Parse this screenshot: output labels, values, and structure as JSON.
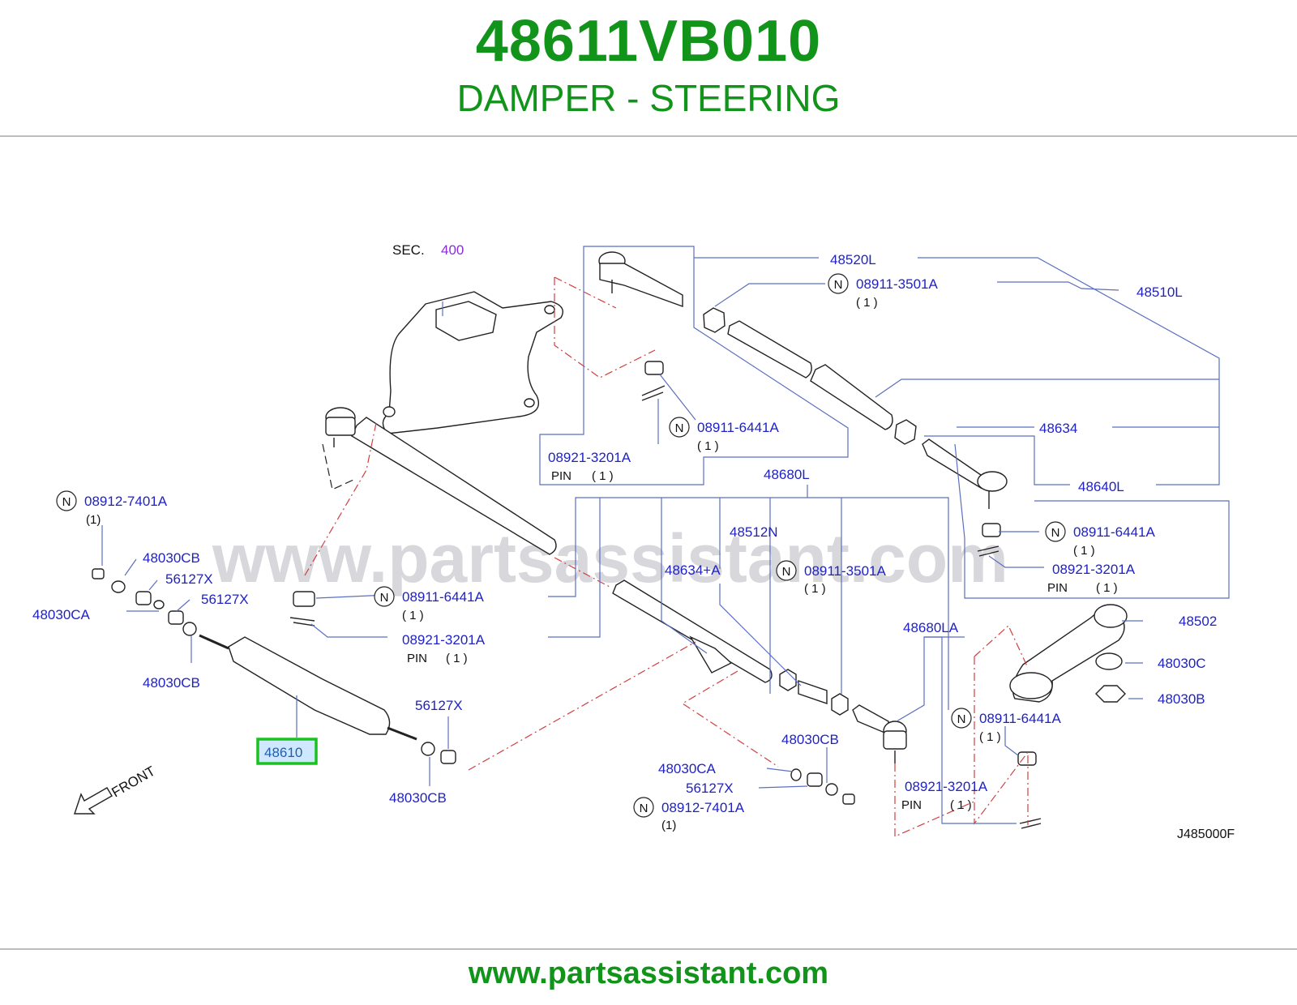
{
  "header": {
    "part_number": "48611VB010",
    "part_name": "DAMPER - STEERING"
  },
  "footer": {
    "url": "www.partsassistant.com"
  },
  "diagram": {
    "watermark": "www.partsassistant.com",
    "section_prefix": "SEC.",
    "section_number": "400",
    "front_label": "FRONT",
    "drawing_code": "J485000F",
    "n_marker": "N",
    "pin_word": "PIN",
    "qty_one": "( 1 )",
    "qty_one_compact": "(1)",
    "highlighted_part": "48610",
    "labels": {
      "p48520L": "48520L",
      "p48510L": "48510L",
      "p08911_3501A_top": "08911-3501A",
      "p08911_6441A_upper": "08911-6441A",
      "p08921_3201A_upper": "08921-3201A",
      "p48634": "48634",
      "p48640L": "48640L",
      "p48680L": "48680L",
      "p48512N": "48512N",
      "p08911_6441A_right": "08911-6441A",
      "p08921_3201A_right": "08921-3201A",
      "p48634A": "48634+A",
      "p08911_3501A_mid": "08911-3501A",
      "p08912_7401A_left": "08912-7401A",
      "p48030CB_1": "48030CB",
      "p56127X_1": "56127X",
      "p56127X_2": "56127X",
      "p48030CA_left": "48030CA",
      "p08911_6441A_left": "08911-6441A",
      "p08921_3201A_left": "08921-3201A",
      "p48030CB_2": "48030CB",
      "p56127X_3": "56127X",
      "p48030CB_3": "48030CB",
      "p48680LA": "48680LA",
      "p48502": "48502",
      "p48030C": "48030C",
      "p48030B": "48030B",
      "p08911_6441A_lower": "08911-6441A",
      "p48030CB_4": "48030CB",
      "p48030CA_mid": "48030CA",
      "p56127X_4": "56127X",
      "p08912_7401A_mid": "08912-7401A",
      "p08921_3201A_lower": "08921-3201A"
    }
  },
  "colors": {
    "brand_green": "#12941a",
    "label_blue": "#1f22c8",
    "leader_blue": "#5b6fc0",
    "section_purple": "#8a2be2",
    "dash_red": "#d04040",
    "highlight_green": "#19c21f",
    "highlight_fill": "#cfe8ff"
  }
}
